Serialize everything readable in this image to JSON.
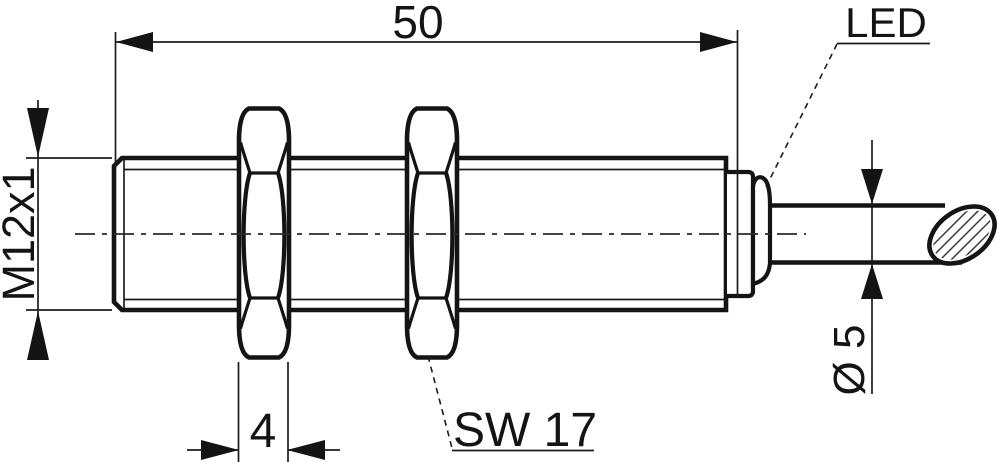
{
  "drawing": {
    "title": "sensor-dimensional-drawing",
    "labels": {
      "overall_length": "50",
      "led": "LED",
      "thread_size": "M12x1",
      "nut_thickness": "4",
      "wrench_size": "SW 17",
      "cable_diameter": "Ø 5"
    },
    "colors": {
      "line": "#141414",
      "background": "#ffffff",
      "hatch": "#3a3a3a"
    }
  }
}
